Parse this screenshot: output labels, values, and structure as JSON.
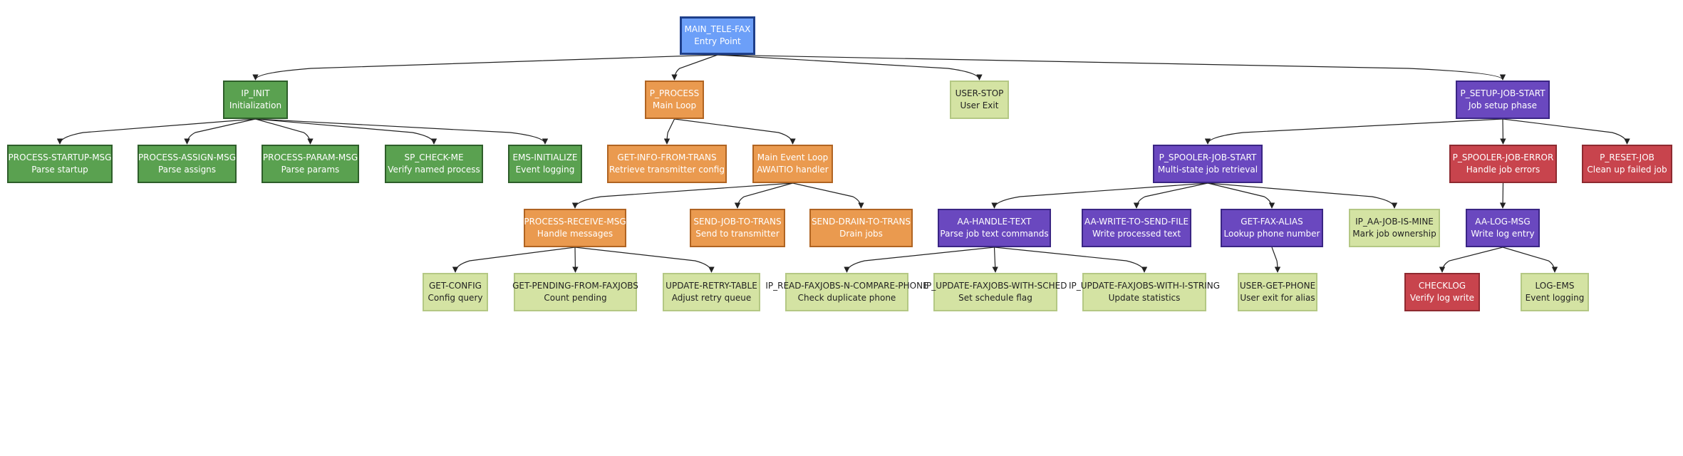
{
  "colors": {
    "entry": "#6c9ff8",
    "init": "#5aa150",
    "process": "#ea9a4f",
    "leaf": "#d4e3a3",
    "spooler": "#6a48bf",
    "error": "#c8444d",
    "edge": "#222222"
  },
  "nodes": {
    "main_tele_fax": {
      "title": "MAIN_TELE-FAX",
      "subtitle": "Entry Point"
    },
    "ip_init": {
      "title": "IP_INIT",
      "subtitle": "Initialization"
    },
    "p_process": {
      "title": "P_PROCESS",
      "subtitle": "Main Loop"
    },
    "user_stop": {
      "title": "USER-STOP",
      "subtitle": "User Exit"
    },
    "p_setup_job_start": {
      "title": "P_SETUP-JOB-START",
      "subtitle": "Job setup phase"
    },
    "process_startup_msg": {
      "title": "PROCESS-STARTUP-MSG",
      "subtitle": "Parse startup"
    },
    "process_assign_msg": {
      "title": "PROCESS-ASSIGN-MSG",
      "subtitle": "Parse assigns"
    },
    "process_param_msg": {
      "title": "PROCESS-PARAM-MSG",
      "subtitle": "Parse params"
    },
    "sp_check_me": {
      "title": "SP_CHECK-ME",
      "subtitle": "Verify named process"
    },
    "ems_initialize": {
      "title": "EMS-INITIALIZE",
      "subtitle": "Event logging"
    },
    "get_info_from_trans": {
      "title": "GET-INFO-FROM-TRANS",
      "subtitle": "Retrieve transmitter config"
    },
    "main_event_loop": {
      "title": "Main Event Loop",
      "subtitle": "AWAITIO handler"
    },
    "p_spooler_job_start": {
      "title": "P_SPOOLER-JOB-START",
      "subtitle": "Multi-state job retrieval"
    },
    "p_spooler_job_error": {
      "title": "P_SPOOLER-JOB-ERROR",
      "subtitle": "Handle job errors"
    },
    "p_reset_job": {
      "title": "P_RESET-JOB",
      "subtitle": "Clean up failed job"
    },
    "process_receive_msg": {
      "title": "PROCESS-RECEIVE-MSG",
      "subtitle": "Handle messages"
    },
    "send_job_to_trans": {
      "title": "SEND-JOB-TO-TRANS",
      "subtitle": "Send to transmitter"
    },
    "send_drain_to_trans": {
      "title": "SEND-DRAIN-TO-TRANS",
      "subtitle": "Drain jobs"
    },
    "aa_handle_text": {
      "title": "AA-HANDLE-TEXT",
      "subtitle": "Parse job text commands"
    },
    "aa_write_to_send_file": {
      "title": "AA-WRITE-TO-SEND-FILE",
      "subtitle": "Write processed text"
    },
    "get_fax_alias": {
      "title": "GET-FAX-ALIAS",
      "subtitle": "Lookup phone number"
    },
    "ip_aa_job_is_mine": {
      "title": "IP_AA-JOB-IS-MINE",
      "subtitle": "Mark job ownership"
    },
    "aa_log_msg": {
      "title": "AA-LOG-MSG",
      "subtitle": "Write log entry"
    },
    "get_config": {
      "title": "GET-CONFIG",
      "subtitle": "Config query"
    },
    "get_pending_from_faxjobs": {
      "title": "GET-PENDING-FROM-FAXJOBS",
      "subtitle": "Count pending"
    },
    "update_retry_table": {
      "title": "UPDATE-RETRY-TABLE",
      "subtitle": "Adjust retry queue"
    },
    "ip_read_faxjobs": {
      "title": "IP_READ-FAXJOBS-N-COMPARE-PHONE",
      "subtitle": "Check duplicate phone"
    },
    "ip_update_faxjobs_sched": {
      "title": "IP_UPDATE-FAXJOBS-WITH-SCHED",
      "subtitle": "Set schedule flag"
    },
    "ip_update_faxjobs_istring": {
      "title": "IP_UPDATE-FAXJOBS-WITH-I-STRING",
      "subtitle": "Update statistics"
    },
    "user_get_phone": {
      "title": "USER-GET-PHONE",
      "subtitle": "User exit for alias"
    },
    "checklog": {
      "title": "CHECKLOG",
      "subtitle": "Verify log write"
    },
    "log_ems": {
      "title": "LOG-EMS",
      "subtitle": "Event logging"
    }
  },
  "edges": [
    [
      "main_tele_fax",
      "ip_init"
    ],
    [
      "main_tele_fax",
      "p_process"
    ],
    [
      "main_tele_fax",
      "user_stop"
    ],
    [
      "main_tele_fax",
      "p_setup_job_start"
    ],
    [
      "ip_init",
      "process_startup_msg"
    ],
    [
      "ip_init",
      "process_assign_msg"
    ],
    [
      "ip_init",
      "process_param_msg"
    ],
    [
      "ip_init",
      "sp_check_me"
    ],
    [
      "ip_init",
      "ems_initialize"
    ],
    [
      "p_process",
      "get_info_from_trans"
    ],
    [
      "p_process",
      "main_event_loop"
    ],
    [
      "main_event_loop",
      "process_receive_msg"
    ],
    [
      "main_event_loop",
      "send_job_to_trans"
    ],
    [
      "main_event_loop",
      "send_drain_to_trans"
    ],
    [
      "process_receive_msg",
      "get_config"
    ],
    [
      "process_receive_msg",
      "get_pending_from_faxjobs"
    ],
    [
      "process_receive_msg",
      "update_retry_table"
    ],
    [
      "p_setup_job_start",
      "p_spooler_job_start"
    ],
    [
      "p_setup_job_start",
      "p_spooler_job_error"
    ],
    [
      "p_setup_job_start",
      "p_reset_job"
    ],
    [
      "p_spooler_job_start",
      "aa_handle_text"
    ],
    [
      "p_spooler_job_start",
      "aa_write_to_send_file"
    ],
    [
      "p_spooler_job_start",
      "get_fax_alias"
    ],
    [
      "p_spooler_job_start",
      "ip_aa_job_is_mine"
    ],
    [
      "aa_handle_text",
      "ip_read_faxjobs"
    ],
    [
      "aa_handle_text",
      "ip_update_faxjobs_sched"
    ],
    [
      "aa_handle_text",
      "ip_update_faxjobs_istring"
    ],
    [
      "get_fax_alias",
      "user_get_phone"
    ],
    [
      "p_spooler_job_error",
      "aa_log_msg"
    ],
    [
      "aa_log_msg",
      "checklog"
    ],
    [
      "aa_log_msg",
      "log_ems"
    ]
  ]
}
